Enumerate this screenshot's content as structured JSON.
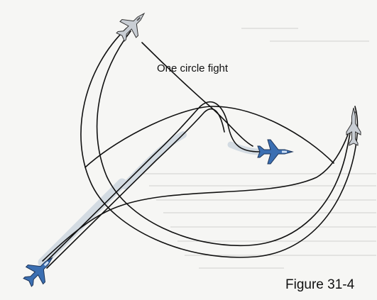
{
  "diagram": {
    "title": "One circle fight",
    "caption": "Figure 31-4",
    "aircraft": [
      {
        "name": "top-fighter",
        "icon": "fighter-jet-icon",
        "color": "#c9ced4"
      },
      {
        "name": "center-fighter",
        "icon": "fighter-jet-icon",
        "color": "#3b6fb2"
      },
      {
        "name": "right-fighter",
        "icon": "fighter-jet-icon",
        "color": "#c9ced4"
      },
      {
        "name": "bottom-left-fighter",
        "icon": "fighter-jet-icon",
        "color": "#3b6fb2"
      }
    ],
    "path_color": "#111111",
    "trail_color": "#d3dbe2"
  }
}
